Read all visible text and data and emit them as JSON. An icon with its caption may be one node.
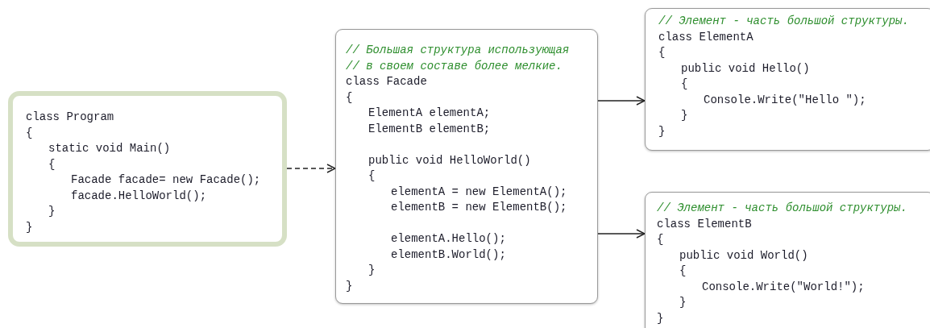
{
  "diagram": {
    "nodes": [
      {
        "text": [
          "class Program",
          "{",
          "static void Main()",
          "{",
          "Facade facade= new Facade();",
          "facade.HelloWorld();",
          "}",
          "}"
        ]
      },
      {
        "text": [
          "// Большая структура использующая",
          "// в своем составе более мелкие.",
          "class Facade",
          "{",
          "ElementA elementA;",
          "ElementB elementB;",
          "public void HelloWorld()",
          "{",
          "elementA = new ElementA();",
          "elementB = new ElementB();",
          "elementA.Hello();",
          "elementB.World();",
          "}",
          "}"
        ]
      },
      {
        "text": [
          "// Элемент - часть большой структуры.",
          "class ElementA",
          "{",
          "public void Hello()",
          "{",
          "Console.Write(\"Hello \");",
          "}",
          "}"
        ]
      },
      {
        "text": [
          "// Элемент - часть большой структуры.",
          "class ElementB",
          "{",
          "public void World()",
          "{",
          "Console.Write(\"World!\");",
          "}",
          "}"
        ]
      }
    ],
    "edges": [
      {
        "from": 0,
        "to": 1,
        "arrow": "to",
        "style": "dashed"
      },
      {
        "from": 1,
        "to": 2,
        "arrow": "to"
      },
      {
        "from": 1,
        "to": 3,
        "arrow": "to"
      }
    ]
  }
}
